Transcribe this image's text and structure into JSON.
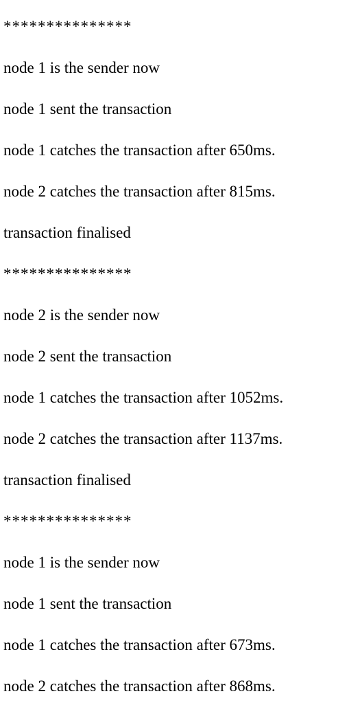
{
  "log": {
    "lines": [
      "***************",
      "node 1 is the sender now",
      "node 1 sent the transaction",
      "node 1 catches the transaction after 650ms.",
      "node 2 catches the transaction after 815ms.",
      "transaction finalised",
      "***************",
      "node 2 is the sender now",
      "node 2 sent the transaction",
      "node 1 catches the transaction after 1052ms.",
      "node 2 catches the transaction after 1137ms.",
      "transaction finalised",
      "***************",
      "node 1 is the sender now",
      "node 1 sent the transaction",
      "node 1 catches the transaction after 673ms.",
      "node 2 catches the transaction after 868ms."
    ]
  }
}
